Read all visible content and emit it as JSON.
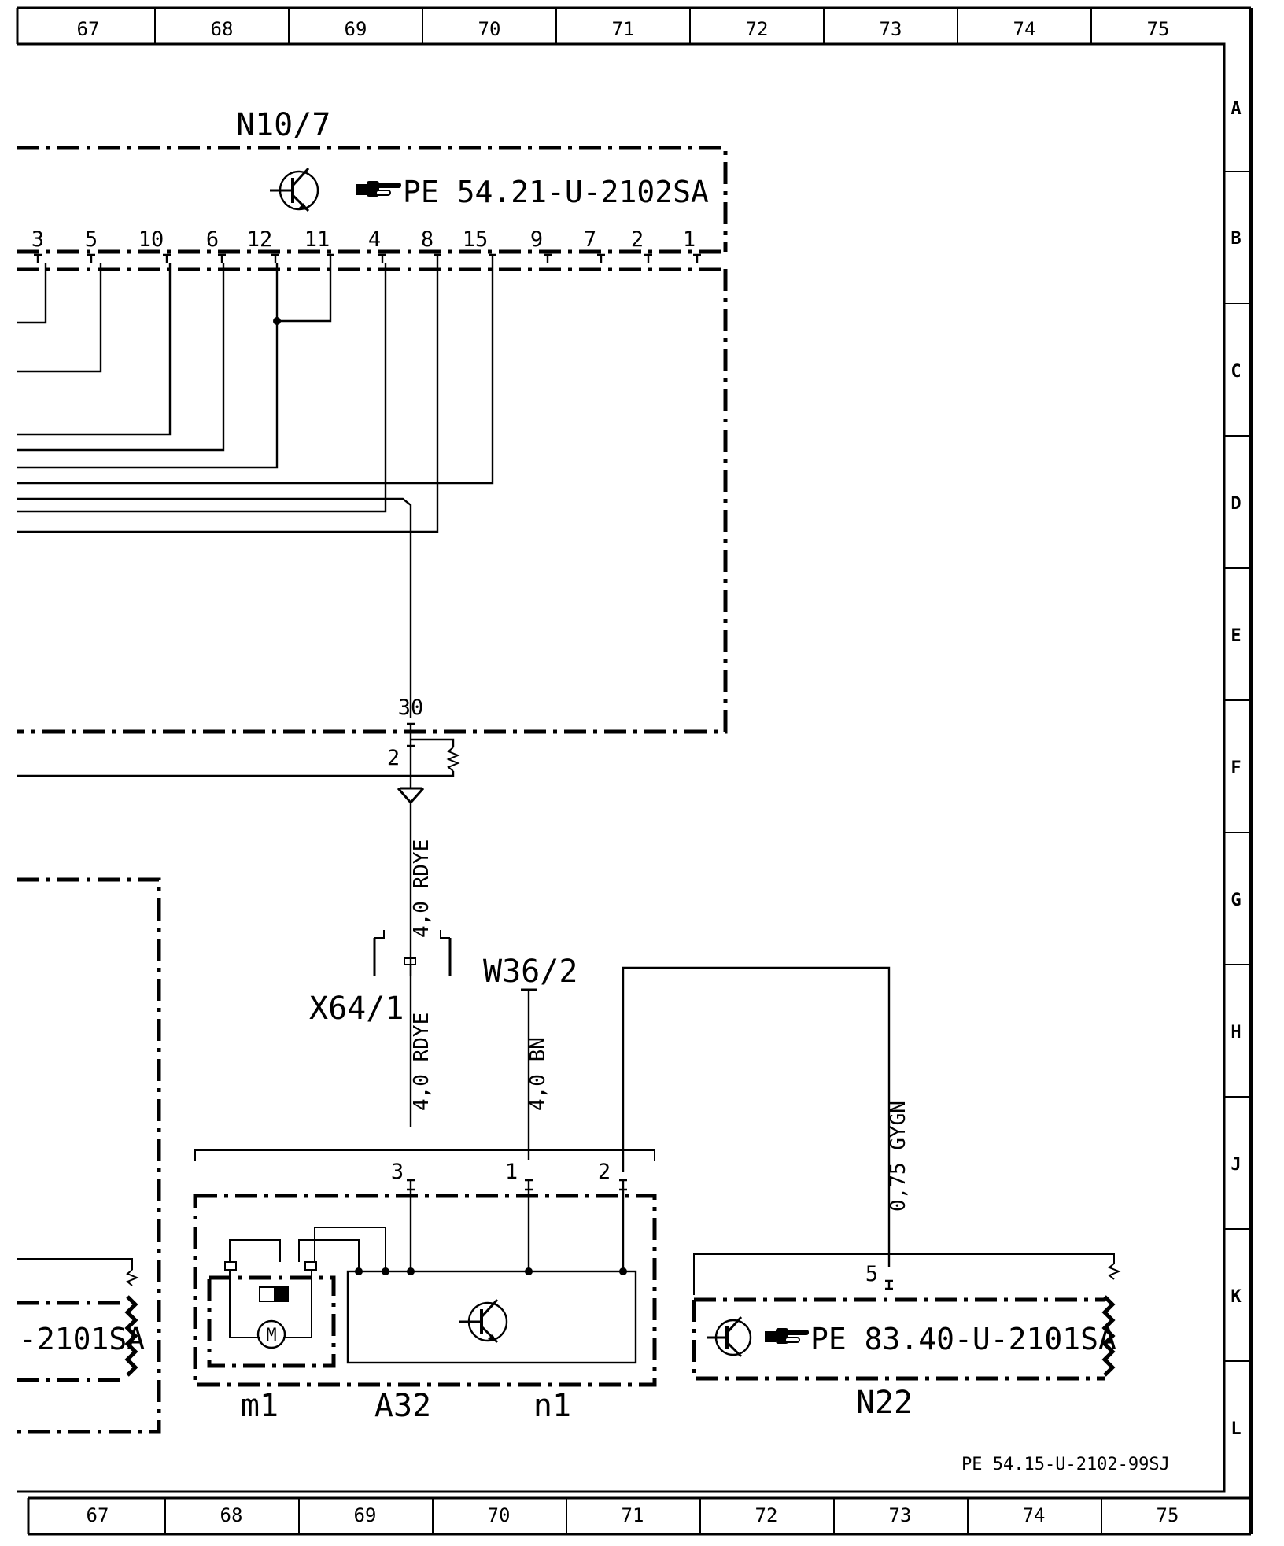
{
  "drawing": {
    "columns": [
      "67",
      "68",
      "69",
      "70",
      "71",
      "72",
      "73",
      "74",
      "75"
    ],
    "rows": [
      "A",
      "B",
      "C",
      "D",
      "E",
      "F",
      "G",
      "H",
      "J",
      "K",
      "L"
    ],
    "footer_ref": "PE 54.15-U-2102-99SJ"
  },
  "components": {
    "n10_7": {
      "name": "N10/7",
      "ref": "PE 54.21-U-2102SA",
      "pins": [
        "3",
        "5",
        "10",
        "6",
        "12",
        "11",
        "4",
        "8",
        "15",
        "9",
        "7",
        "2",
        "1"
      ]
    },
    "x64_1": {
      "name": "X64/1"
    },
    "w36_2": {
      "name": "W36/2"
    },
    "a32": {
      "name": "A32",
      "m1": "m1",
      "n1": "n1",
      "motor_symbol": "M",
      "pins": [
        "3",
        "1",
        "2"
      ]
    },
    "n22": {
      "name": "N22",
      "ref": "PE 83.40-U-2101SA",
      "pin": "5"
    },
    "left_partial": {
      "ref": "-2101SA"
    }
  },
  "terminals": {
    "t30": "30",
    "t2": "2"
  },
  "wires": {
    "rdye_upper": "4,0  RDYE",
    "rdye_lower": "4,0  RDYE",
    "bn": "4,0  BN",
    "gygn": "0,75  GYGN"
  },
  "icons": [
    "transistor-icon",
    "pointing-hand-icon",
    "ground-icon",
    "motor-icon",
    "shield-icon"
  ]
}
